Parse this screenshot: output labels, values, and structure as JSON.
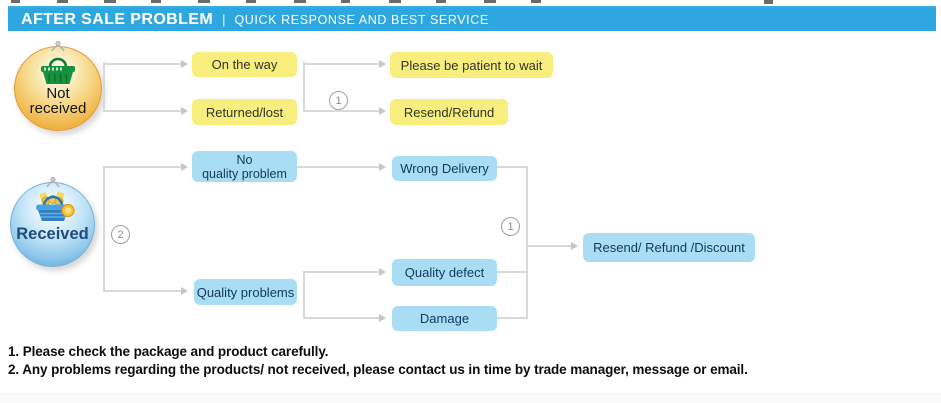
{
  "header": {
    "title": "AFTER SALE PROBLEM",
    "divider": "|",
    "subtitle": "QUICK RESPONSE AND BEST SERVICE"
  },
  "nodes": {
    "not_received": {
      "line1": "Not",
      "line2": "received"
    },
    "received": {
      "label": "Received"
    },
    "on_the_way": {
      "label": "On the way"
    },
    "returned_lost": {
      "label": "Returned/lost"
    },
    "please_be_patient": {
      "label": "Please be patient to wait"
    },
    "resend_refund": {
      "label": "Resend/Refund"
    },
    "no_quality_problem": {
      "line1": "No",
      "line2": "quality problem"
    },
    "quality_problems": {
      "label": "Quality problems"
    },
    "wrong_delivery": {
      "label": "Wrong Delivery"
    },
    "quality_defect": {
      "label": "Quality defect"
    },
    "damage": {
      "label": "Damage"
    },
    "resend_refund_discount": {
      "label": "Resend/ Refund /Discount"
    }
  },
  "steps": {
    "row1": "1",
    "row2": "2",
    "merge": "1"
  },
  "footer": {
    "note1": "1. Please check the package and product carefully.",
    "note2": "2. Any problems regarding the products/ not received, please contact us in time by trade manager, message or email."
  },
  "colors": {
    "header_bg": "#2EA7E0",
    "yellow_box": "#F7EE7E",
    "blue_box": "#A9DDF4",
    "connector_line": "#D8D8D8",
    "orange_sphere": "#F0B94E",
    "blue_sphere": "#7FBCE3"
  }
}
